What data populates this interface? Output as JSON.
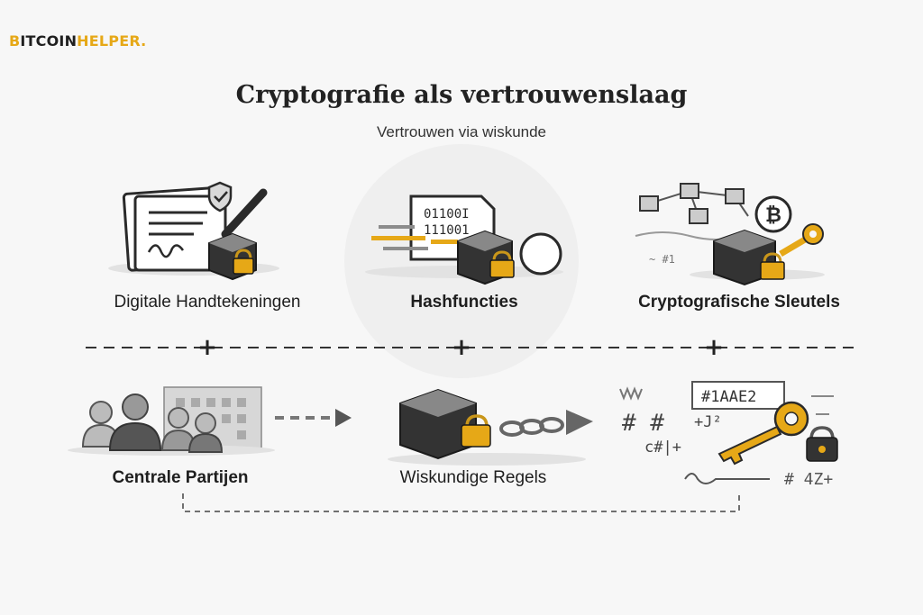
{
  "brand": {
    "logo_b": "B",
    "logo_bitcoin": "ITCOIN",
    "logo_helper": "HELPER",
    "logo_dot": "."
  },
  "header": {
    "title": "Cryptografie als vertrouwenslaag",
    "subtitle": "Vertrouwen via wiskunde"
  },
  "top_row": [
    {
      "label": "Digitale Handtekeningen"
    },
    {
      "label": "Hashfuncties",
      "binary_line1": "01100I",
      "binary_line2": "111001"
    },
    {
      "label": "Cryptografische Sleutels",
      "coin_symbol": "₿",
      "scribble": "~ #1"
    }
  ],
  "connectors": {
    "plus": "+"
  },
  "bottom_row": [
    {
      "label": "Centrale Partijen"
    },
    {
      "label": "Wiskundige Regels"
    },
    {
      "label": "",
      "code_box": "#1AAE2",
      "math1": "# #",
      "math2": "+J²",
      "math3": "c#|+",
      "math4": "# 4Z+",
      "math5": "~~~~"
    }
  ],
  "colors": {
    "gold": "#e6a817",
    "dark": "#2a2a2a",
    "gray": "#8c8c8c",
    "light": "#d9d9d9"
  }
}
